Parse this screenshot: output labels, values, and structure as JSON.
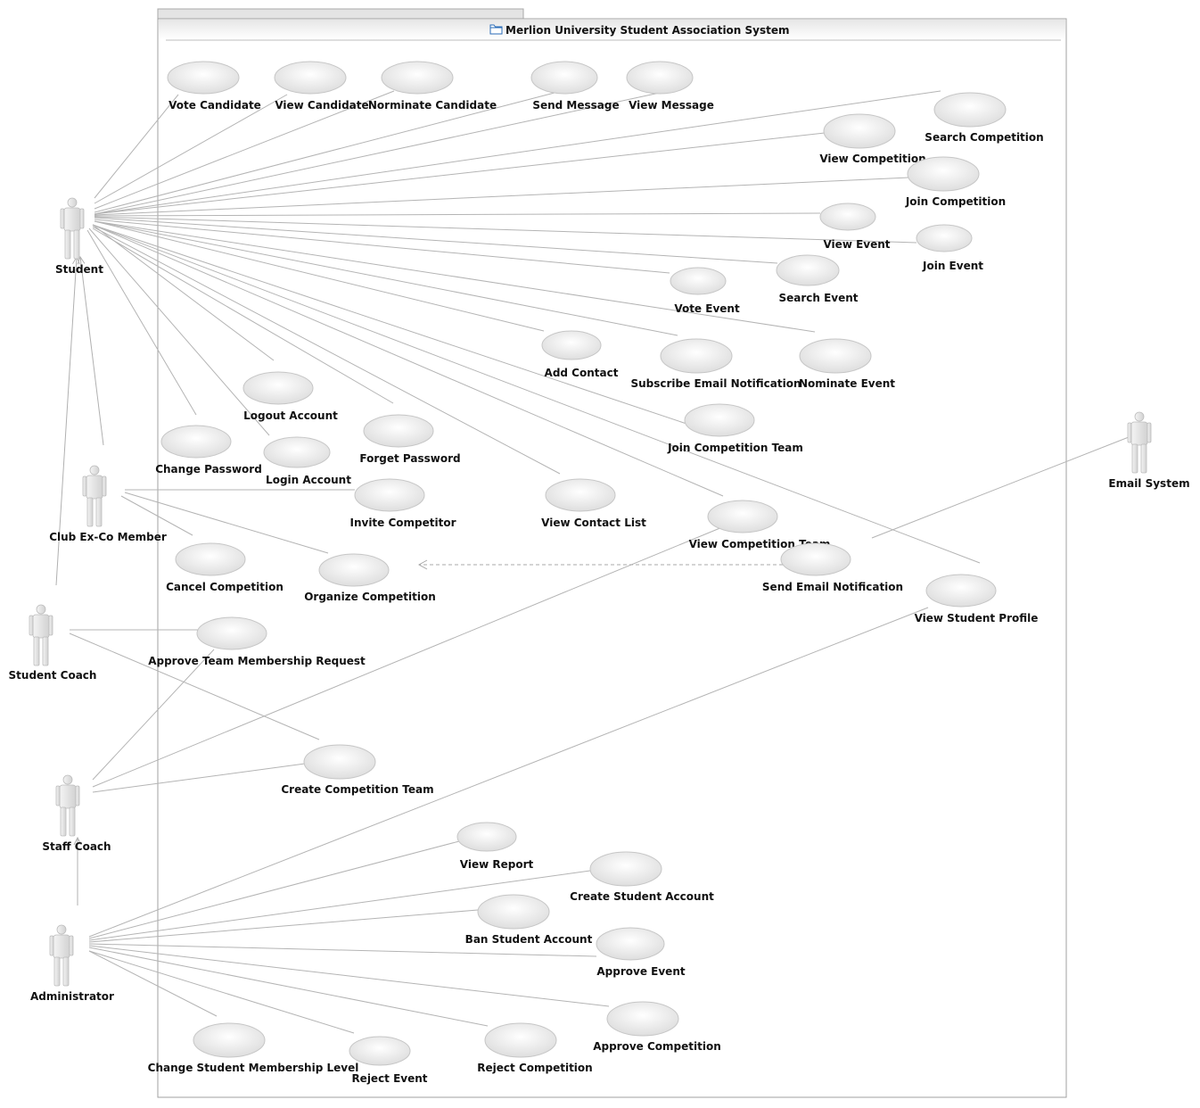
{
  "system": {
    "title": "Merlion University Student Association System",
    "icon": "folder-icon"
  },
  "actors": [
    {
      "id": "student",
      "label": "Student"
    },
    {
      "id": "exco",
      "label": "Club Ex-Co Member"
    },
    {
      "id": "scoach",
      "label": "Student Coach"
    },
    {
      "id": "staff",
      "label": "Staff Coach"
    },
    {
      "id": "admin",
      "label": "Administrator"
    },
    {
      "id": "email",
      "label": "Email System"
    }
  ],
  "use_cases": [
    {
      "id": "vote_cand",
      "label": "Vote Candidate"
    },
    {
      "id": "view_cand",
      "label": "View Candidate"
    },
    {
      "id": "nom_cand",
      "label": "Norminate Candidate"
    },
    {
      "id": "send_msg",
      "label": "Send Message"
    },
    {
      "id": "view_msg",
      "label": "View Message"
    },
    {
      "id": "search_comp",
      "label": "Search Competition"
    },
    {
      "id": "view_comp",
      "label": "View Competition"
    },
    {
      "id": "join_comp",
      "label": "Join Competition"
    },
    {
      "id": "view_event",
      "label": "View Event"
    },
    {
      "id": "join_event",
      "label": "Join Event"
    },
    {
      "id": "search_event",
      "label": "Search Event"
    },
    {
      "id": "vote_event",
      "label": "Vote Event"
    },
    {
      "id": "add_contact",
      "label": "Add Contact"
    },
    {
      "id": "sub_email",
      "label": "Subscribe Email Notification"
    },
    {
      "id": "nom_event",
      "label": "Nominate Event"
    },
    {
      "id": "logout",
      "label": "Logout Account"
    },
    {
      "id": "join_team",
      "label": "Join Competition Team"
    },
    {
      "id": "change_pw",
      "label": "Change Password"
    },
    {
      "id": "forget_pw",
      "label": "Forget Password"
    },
    {
      "id": "login",
      "label": "Login Account"
    },
    {
      "id": "invite",
      "label": "Invite Competitor"
    },
    {
      "id": "view_contacts",
      "label": "View Contact List"
    },
    {
      "id": "view_team",
      "label": "View Competition Team"
    },
    {
      "id": "send_email",
      "label": "Send Email Notification"
    },
    {
      "id": "cancel_comp",
      "label": "Cancel Competition"
    },
    {
      "id": "org_comp",
      "label": "Organize Competition"
    },
    {
      "id": "view_profile",
      "label": "View Student Profile"
    },
    {
      "id": "approve_team",
      "label": "Approve Team Membership Request"
    },
    {
      "id": "create_team",
      "label": "Create Competition Team"
    },
    {
      "id": "view_report",
      "label": "View Report"
    },
    {
      "id": "create_acct",
      "label": "Create Student Account"
    },
    {
      "id": "ban_acct",
      "label": "Ban Student Account"
    },
    {
      "id": "approve_event",
      "label": "Approve Event"
    },
    {
      "id": "approve_comp",
      "label": "Approve Competition"
    },
    {
      "id": "change_level",
      "label": "Change Student Membership Level"
    },
    {
      "id": "reject_event",
      "label": "Reject Event"
    },
    {
      "id": "reject_comp",
      "label": "Reject Competition"
    }
  ],
  "associations": [
    [
      "student",
      "vote_cand"
    ],
    [
      "student",
      "view_cand"
    ],
    [
      "student",
      "nom_cand"
    ],
    [
      "student",
      "send_msg"
    ],
    [
      "student",
      "view_msg"
    ],
    [
      "student",
      "search_comp"
    ],
    [
      "student",
      "view_comp"
    ],
    [
      "student",
      "join_comp"
    ],
    [
      "student",
      "view_event"
    ],
    [
      "student",
      "join_event"
    ],
    [
      "student",
      "search_event"
    ],
    [
      "student",
      "vote_event"
    ],
    [
      "student",
      "add_contact"
    ],
    [
      "student",
      "sub_email"
    ],
    [
      "student",
      "nom_event"
    ],
    [
      "student",
      "logout"
    ],
    [
      "student",
      "join_team"
    ],
    [
      "student",
      "change_pw"
    ],
    [
      "student",
      "forget_pw"
    ],
    [
      "student",
      "login"
    ],
    [
      "student",
      "view_contacts"
    ],
    [
      "student",
      "view_team"
    ],
    [
      "student",
      "view_profile"
    ],
    [
      "exco",
      "invite"
    ],
    [
      "exco",
      "cancel_comp"
    ],
    [
      "exco",
      "org_comp"
    ],
    [
      "scoach",
      "approve_team"
    ],
    [
      "scoach",
      "create_team"
    ],
    [
      "staff",
      "approve_team"
    ],
    [
      "staff",
      "create_team"
    ],
    [
      "staff",
      "view_team"
    ],
    [
      "admin",
      "view_report"
    ],
    [
      "admin",
      "create_acct"
    ],
    [
      "admin",
      "ban_acct"
    ],
    [
      "admin",
      "approve_event"
    ],
    [
      "admin",
      "approve_comp"
    ],
    [
      "admin",
      "change_level"
    ],
    [
      "admin",
      "reject_event"
    ],
    [
      "admin",
      "reject_comp"
    ],
    [
      "admin",
      "view_profile"
    ],
    [
      "email",
      "send_email"
    ]
  ],
  "generalizations": [
    [
      "exco",
      "student"
    ],
    [
      "scoach",
      "student"
    ],
    [
      "admin",
      "staff"
    ]
  ],
  "dependencies": [
    [
      "send_email",
      "org_comp"
    ]
  ]
}
